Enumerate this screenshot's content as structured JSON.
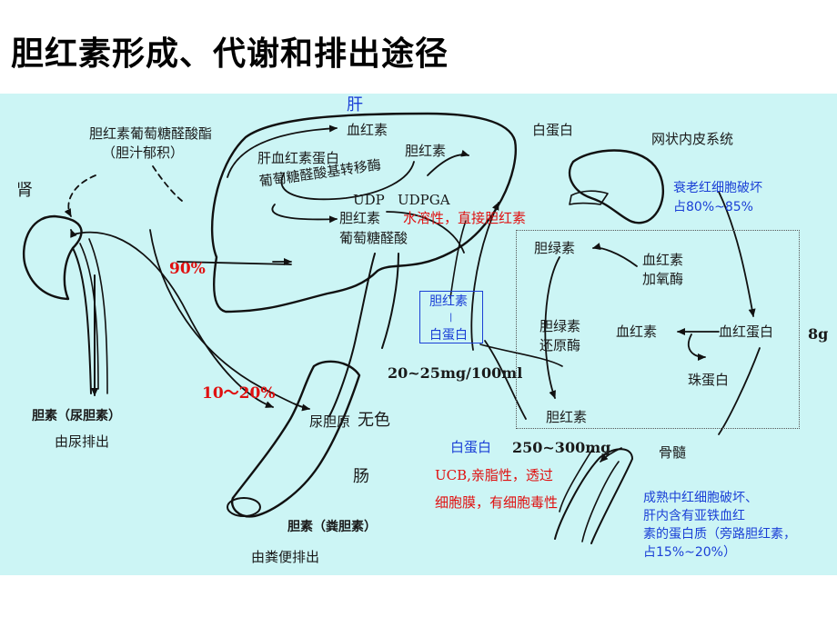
{
  "title": "胆红素形成、代谢和排出途径",
  "labels": {
    "liver": "肝",
    "kidney": "肾",
    "bilirubin_glucuronide_ester": "胆红素葡萄糖醛酸酯",
    "cholestasis": "（胆汁郁积）",
    "heme_liver": "血红素",
    "liver_heme_protein": "肝血红素蛋白",
    "bilirubin_liver": "胆红素",
    "glucuronyl_transferase": "葡萄糖醛酸基转移酶",
    "udp": "UDP",
    "udpga": "UDPGA",
    "bilirubin_glucuronide_1": "胆红素",
    "bilirubin_glucuronide_2": "葡萄糖醛酸",
    "water_soluble": "水溶性，直接胆红素",
    "albumin_top": "白蛋白",
    "reticuloendothelial": "网状内皮系统",
    "rbc_destruction_1": "衰老红细胞破坏",
    "rbc_destruction_2": "占80%~85%",
    "biliverdin": "胆绿素",
    "heme_oxygenase_1": "血红素",
    "heme_oxygenase_2": "加氧酶",
    "biliverdin_reductase_1": "胆绿素",
    "biliverdin_reductase_2": "还原酶",
    "heme_box": "血红素",
    "hemoglobin": "血红蛋白",
    "globin": "珠蛋白",
    "bilirubin_box": "胆红素",
    "eight_g": "8g",
    "box_bilirubin": "胆红素",
    "box_sep": "|",
    "box_albumin": "白蛋白",
    "pct_90": "90%",
    "pct_10_20": "10～20%",
    "conc_1": "20~25mg/100ml",
    "conc_2": "250~300mg",
    "urobilinogen": "尿胆原",
    "colorless": "无色",
    "intestine": "肠",
    "urobilin": "胆素（尿胆素）",
    "urine_excretion": "由尿排出",
    "stercobilin": "胆素（粪胆素）",
    "feces_excretion": "由粪便排出",
    "albumin_bottom": "白蛋白",
    "ucb_1": "UCB,亲脂性，透过",
    "ucb_2": "细胞膜，有细胞毒性",
    "bone_marrow": "骨髓",
    "marrow_note_1": "成熟中红细胞破坏、",
    "marrow_note_2": "肝内含有亚铁血红",
    "marrow_note_3": "素的蛋白质（旁路胆红素，",
    "marrow_note_4": "占15%~20%）"
  },
  "colors": {
    "panel_bg": "#ccf5f5",
    "blue_text": "#1a3fd6",
    "red_text": "#e01010",
    "stroke": "#111111"
  }
}
